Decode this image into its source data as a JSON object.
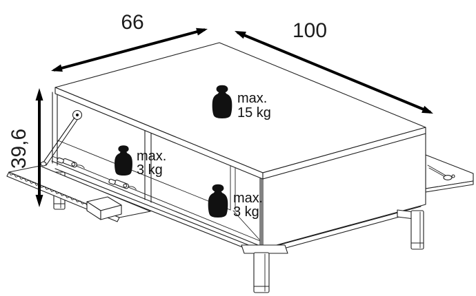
{
  "diagram": {
    "background": "#ffffff",
    "line_color": "#1d1d1d",
    "arrow_color": "#000000",
    "dimensions": {
      "depth": {
        "label": "66"
      },
      "width": {
        "label": "100"
      },
      "height": {
        "label": "39,6"
      }
    },
    "load_limits": {
      "tabletop": {
        "prefix": "max.",
        "value": "15 kg"
      },
      "left_compartment": {
        "prefix": "max.",
        "value": "3 kg"
      },
      "right_compartment": {
        "prefix": "max.",
        "value": "3 kg"
      }
    },
    "icons": {
      "weight": "weight-icon"
    }
  }
}
